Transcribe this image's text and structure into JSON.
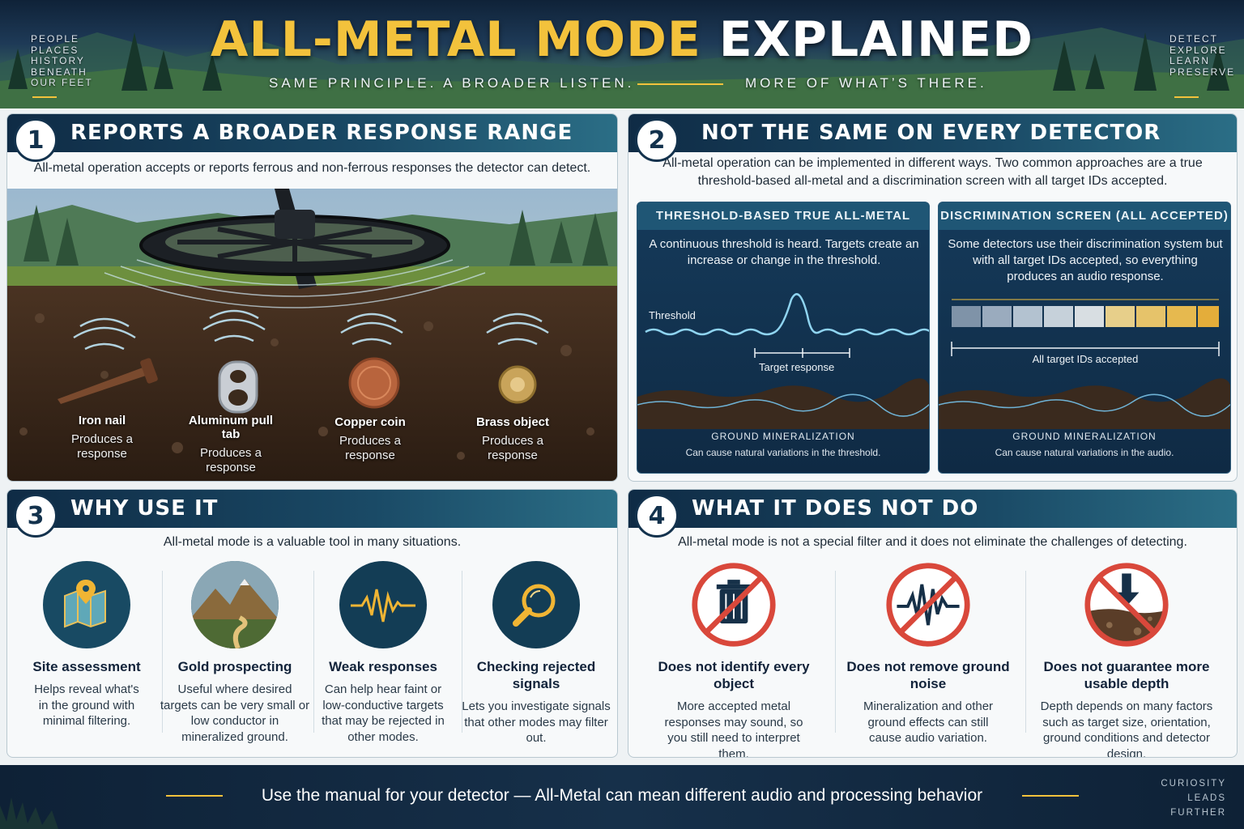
{
  "header": {
    "title_gold": "ALL-METAL MODE",
    "title_white": "EXPLAINED",
    "subtitle_left": "SAME PRINCIPLE. A BROADER LISTEN.",
    "subtitle_right": "MORE OF WHAT’S THERE.",
    "left_words": [
      "PEOPLE",
      "PLACES",
      "HISTORY",
      "BENEATH",
      "OUR FEET"
    ],
    "right_words": [
      "DETECT",
      "EXPLORE",
      "LEARN",
      "PRESERVE"
    ]
  },
  "panel1": {
    "number": "1",
    "title": "REPORTS A BROADER RESPONSE RANGE",
    "intro": "All-metal operation accepts or reports ferrous and non-ferrous responses the detector can detect.",
    "objects": [
      {
        "name": "Iron nail",
        "response": "Produces a response"
      },
      {
        "name": "Aluminum pull tab",
        "response": "Produces a response"
      },
      {
        "name": "Copper coin",
        "response": "Produces a response"
      },
      {
        "name": "Brass object",
        "response": "Produces a response"
      }
    ]
  },
  "panel2": {
    "number": "2",
    "title": "NOT THE SAME ON EVERY DETECTOR",
    "intro": "All-metal operation can be implemented in different ways. Two common approaches are a true threshold-based all-metal and a discrimination screen with all target IDs accepted.",
    "card_a": {
      "title": "THRESHOLD-BASED TRUE ALL-METAL",
      "text": "A continuous threshold is heard. Targets create an increase or change in the threshold.",
      "threshold_label": "Threshold",
      "target_label": "Target response",
      "ground_title": "GROUND MINERALIZATION",
      "ground_text": "Can cause natural variations in the threshold."
    },
    "card_b": {
      "title": "DISCRIMINATION SCREEN (ALL ACCEPTED)",
      "text": "Some detectors use their discrimination system but with all target IDs accepted, so everything produces an audio response.",
      "ids_label": "All target IDs accepted",
      "ground_title": "GROUND MINERALIZATION",
      "ground_text": "Can cause natural variations in the audio."
    }
  },
  "panel3": {
    "number": "3",
    "title": "WHY USE IT",
    "intro": "All-metal mode is a valuable tool in many situations.",
    "items": [
      {
        "title": "Site assessment",
        "text": "Helps reveal what's in the ground with minimal filtering.",
        "icon": "map-pin-icon"
      },
      {
        "title": "Gold prospecting",
        "text": "Useful where desired targets can be very small or low conductor in mineralized ground.",
        "icon": "mountain-icon"
      },
      {
        "title": "Weak responses",
        "text": "Can help hear faint or low-conductive targets that may be rejected in other modes.",
        "icon": "waveform-icon"
      },
      {
        "title": "Checking rejected signals",
        "text": "Lets you investigate signals that other modes may filter out.",
        "icon": "magnifier-icon"
      }
    ]
  },
  "panel4": {
    "number": "4",
    "title": "WHAT IT DOES NOT DO",
    "intro": "All-metal mode is not a special filter and it does not eliminate the challenges of detecting.",
    "items": [
      {
        "title": "Does not identify every object",
        "text": "More accepted metal responses may sound, so you still need to interpret them.",
        "icon": "trash-no-icon"
      },
      {
        "title": "Does not remove ground noise",
        "text": "Mineralization and other ground effects can still cause audio variation.",
        "icon": "noise-no-icon"
      },
      {
        "title": "Does not guarantee more usable depth",
        "text": "Depth depends on many factors such as target size, orientation, ground conditions and detector design.",
        "icon": "depth-no-icon"
      }
    ]
  },
  "footer": {
    "text": "Use the manual for your detector — All-Metal can mean different audio and processing behavior",
    "side_words": [
      "CURIOSITY",
      "LEADS FURTHER"
    ]
  },
  "colors": {
    "gold": "#f3c23c",
    "navy": "#13324d",
    "prohibit_red": "#d9483b",
    "icon_teal": "#184a63"
  }
}
